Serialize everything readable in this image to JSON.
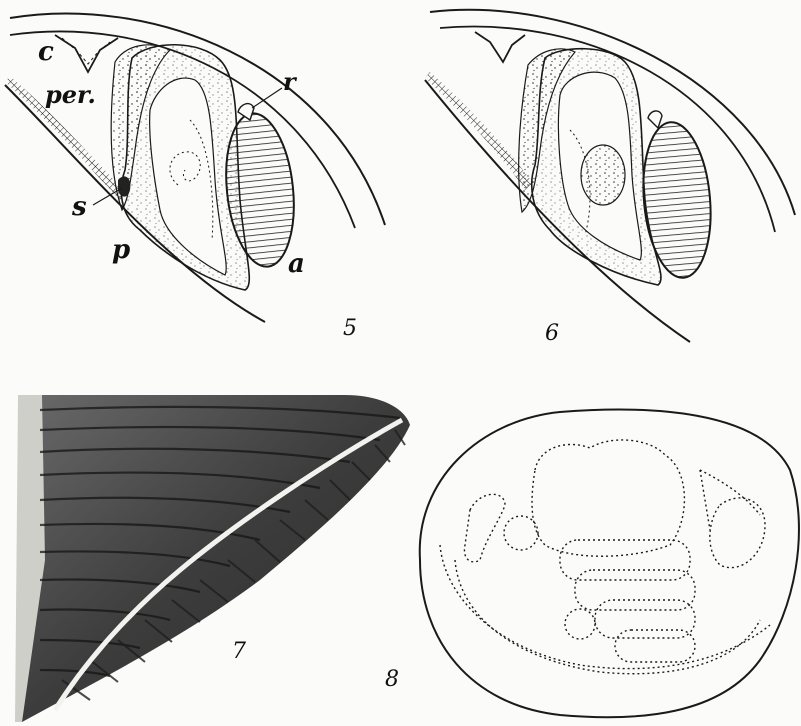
{
  "plate": {
    "figures": [
      {
        "number": "5",
        "labels": {
          "c": "c",
          "per": "per.",
          "r": "r",
          "s": "s",
          "p": "p",
          "a": "a"
        }
      },
      {
        "number": "6"
      },
      {
        "number": "7"
      },
      {
        "number": "8"
      }
    ]
  },
  "colors": {
    "ink": "#1a1a1a",
    "paper": "#fbfbf9",
    "shell_dark": "#3a3a3a",
    "shell_light": "#e6e6e2"
  }
}
